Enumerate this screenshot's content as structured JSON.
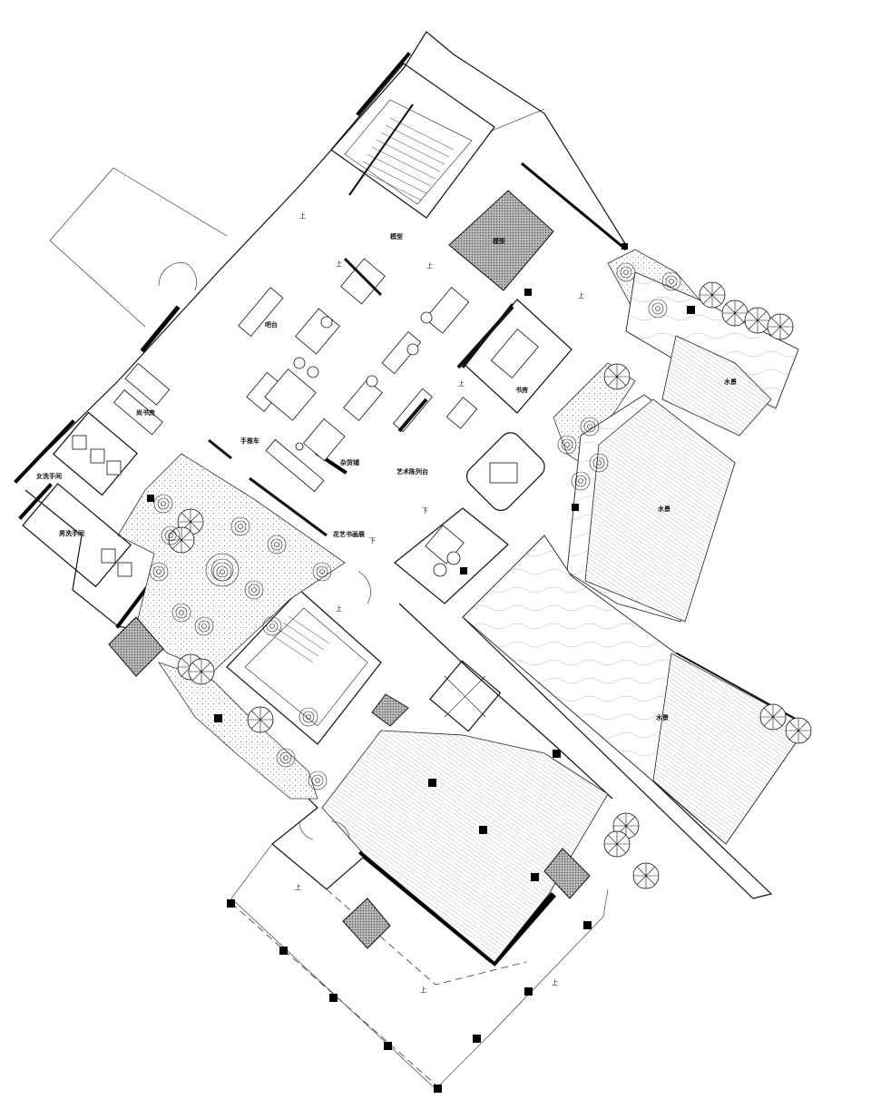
{
  "labels": {
    "model_room": "模型",
    "model_plinth": "模型",
    "bar_counter": "吧台",
    "study_room": "尚书房",
    "womens_restroom": "女洗手间",
    "mens_restroom": "男洗手间",
    "cart": "手推车",
    "grocery": "杂货铺",
    "art_display": "艺术陈列台",
    "bookroom": "书房",
    "flower_gallery": "花艺书画展",
    "water_feature_1": "水景",
    "water_feature_2": "水景",
    "water_feature_3": "水景",
    "stair_marks": [
      "上",
      "上",
      "上",
      "上",
      "上",
      "上",
      "上",
      "上",
      "上",
      "下",
      "下"
    ]
  },
  "colors": {
    "line": "#111111",
    "background": "#ffffff"
  }
}
